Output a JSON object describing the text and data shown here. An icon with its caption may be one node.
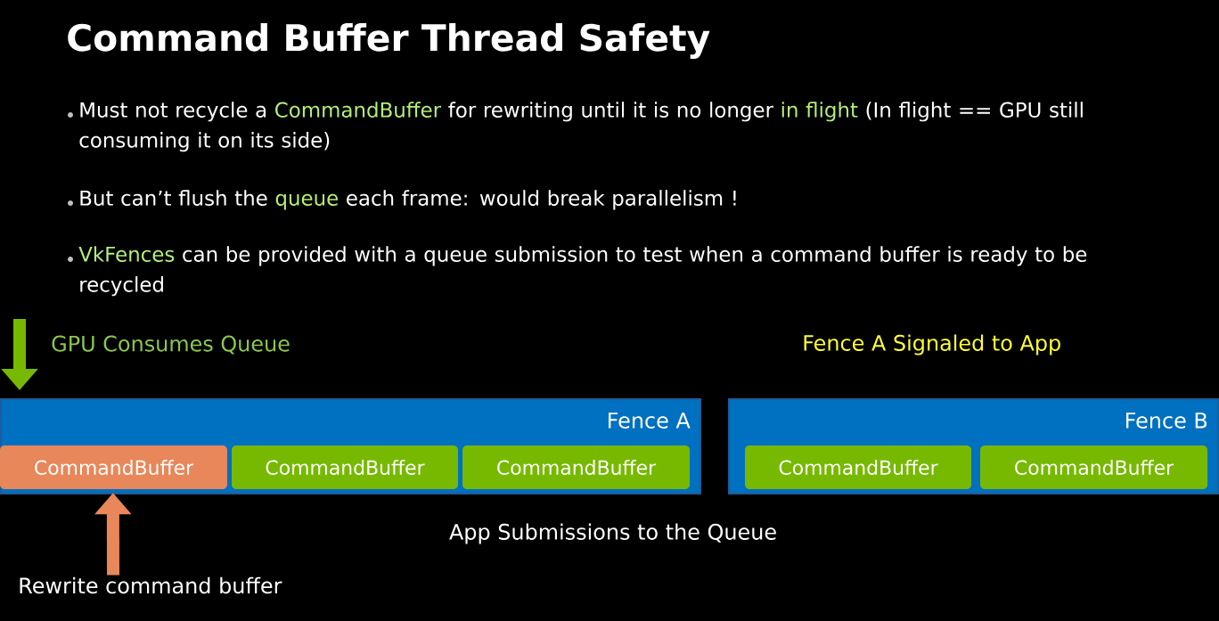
{
  "diagram": {
    "title": "Command Buffer Thread Safety",
    "nodes": [
      {
        "text": [
          "Fence A"
        ]
      },
      {
        "text": [
          "CommandBuffer"
        ],
        "in": 0
      },
      {
        "text": [
          "CommandBuffer"
        ],
        "in": 0
      },
      {
        "text": [
          "CommandBuffer"
        ],
        "in": 0
      },
      {
        "text": [
          "Fence B"
        ]
      },
      {
        "text": [
          "CommandBuffer"
        ],
        "in": 4
      },
      {
        "text": [
          "CommandBuffer"
        ],
        "in": 4
      },
      {
        "text": [
          "Rewrite command buffer"
        ]
      }
    ],
    "edges": [
      {
        "from": null,
        "to": 0,
        "arrow": "to",
        "color": "#76b900"
      },
      {
        "from": 7,
        "to": 1,
        "arrow": "to",
        "color": "#e8875a"
      }
    ],
    "labels": [
      "Must not recycle a **CommandBuffer** for rewriting until it is no longer **in flight** (In flight == GPU still consuming it on its side)",
      "But can’t flush the **queue** each frame: would break parallelism !",
      "**VkFences** can be provided with a queue submission to test when a command buffer is ready to be recycled",
      "GPU Consumes Queue",
      "Fence A Signaled to App",
      "App Submissions to the Queue"
    ]
  }
}
